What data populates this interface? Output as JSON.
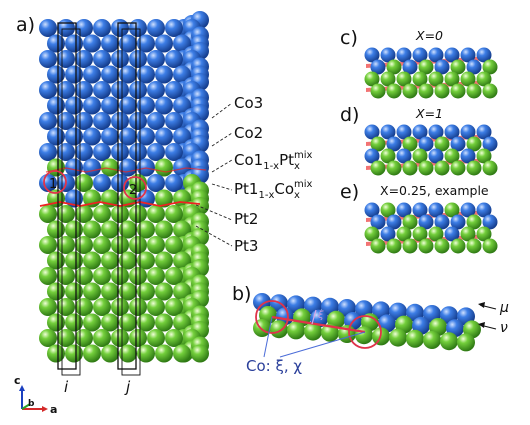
{
  "panels": {
    "a": "a)",
    "b": "b)",
    "c": "c)",
    "d": "d)",
    "e": "e)"
  },
  "layers": {
    "co3": "Co3",
    "co2": "Co2",
    "co1_main": "Co1",
    "co1_sub": "1-x",
    "co1_pt": "Pt",
    "co1_sub2": "x",
    "co1_sup": "mix",
    "pt1_main": "Pt1",
    "pt1_sub": "1-x",
    "pt1_co": "Co",
    "pt1_sub2": "x",
    "pt1_sup": "mix",
    "pt2": "Pt2",
    "pt3": "Pt3"
  },
  "columns": {
    "i": "i",
    "j": "j"
  },
  "circles": {
    "one": "1",
    "two": "2"
  },
  "axes": {
    "c": "c",
    "b": "b",
    "a": "a"
  },
  "panel_titles": {
    "c": "X=0",
    "d": "X=1",
    "e": "X=0.25, example"
  },
  "panel_b": {
    "mu": "μ",
    "nu": "ν",
    "caption": "Co: ξ, χ"
  },
  "colors": {
    "cobalt": "#2e6fd8",
    "platinum": "#6fcf3a",
    "interface_line": "#ee2222",
    "caption_blue": "#2a3f9a"
  }
}
